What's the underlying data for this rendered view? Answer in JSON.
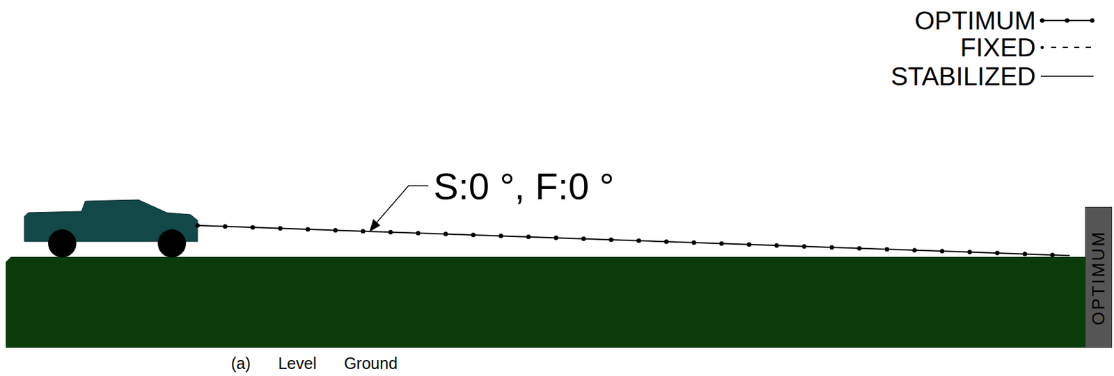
{
  "diagram": {
    "caption": "(a) Level Ground",
    "nodes": [
      {
        "text": [
          "OPTIMUM"
        ]
      }
    ],
    "labels": [
      "S:0 °, F:0 °"
    ],
    "legend": [
      {
        "text": "OPTIMUM"
      },
      {
        "text": "FIXED"
      },
      {
        "text": "STABILIZED"
      }
    ]
  }
}
